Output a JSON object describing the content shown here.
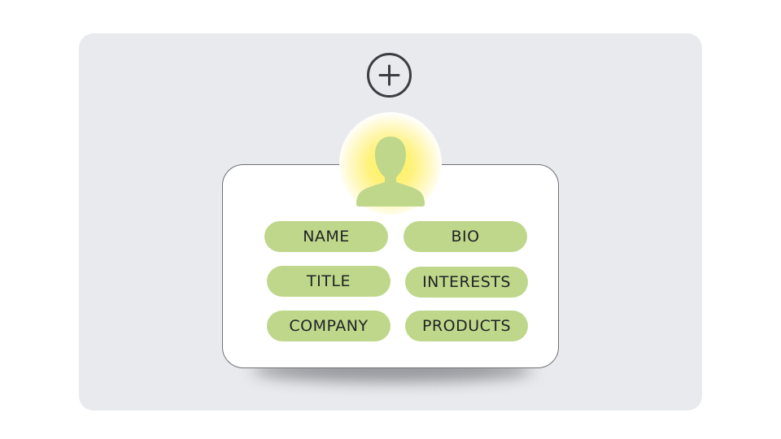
{
  "add_button": {
    "icon": "plus-circle-icon"
  },
  "profile": {
    "avatar_icon": "user-silhouette-icon",
    "glow_color": "#fff15a",
    "fields": [
      {
        "label": "NAME"
      },
      {
        "label": "BIO"
      },
      {
        "label": "TITLE"
      },
      {
        "label": "INTERESTS"
      },
      {
        "label": "COMPANY"
      },
      {
        "label": "PRODUCTS"
      }
    ]
  },
  "colors": {
    "background": "#e9eaed",
    "pill": "#bfd78a",
    "avatar": "#bfd78a",
    "icon_stroke": "#3a3d42"
  }
}
